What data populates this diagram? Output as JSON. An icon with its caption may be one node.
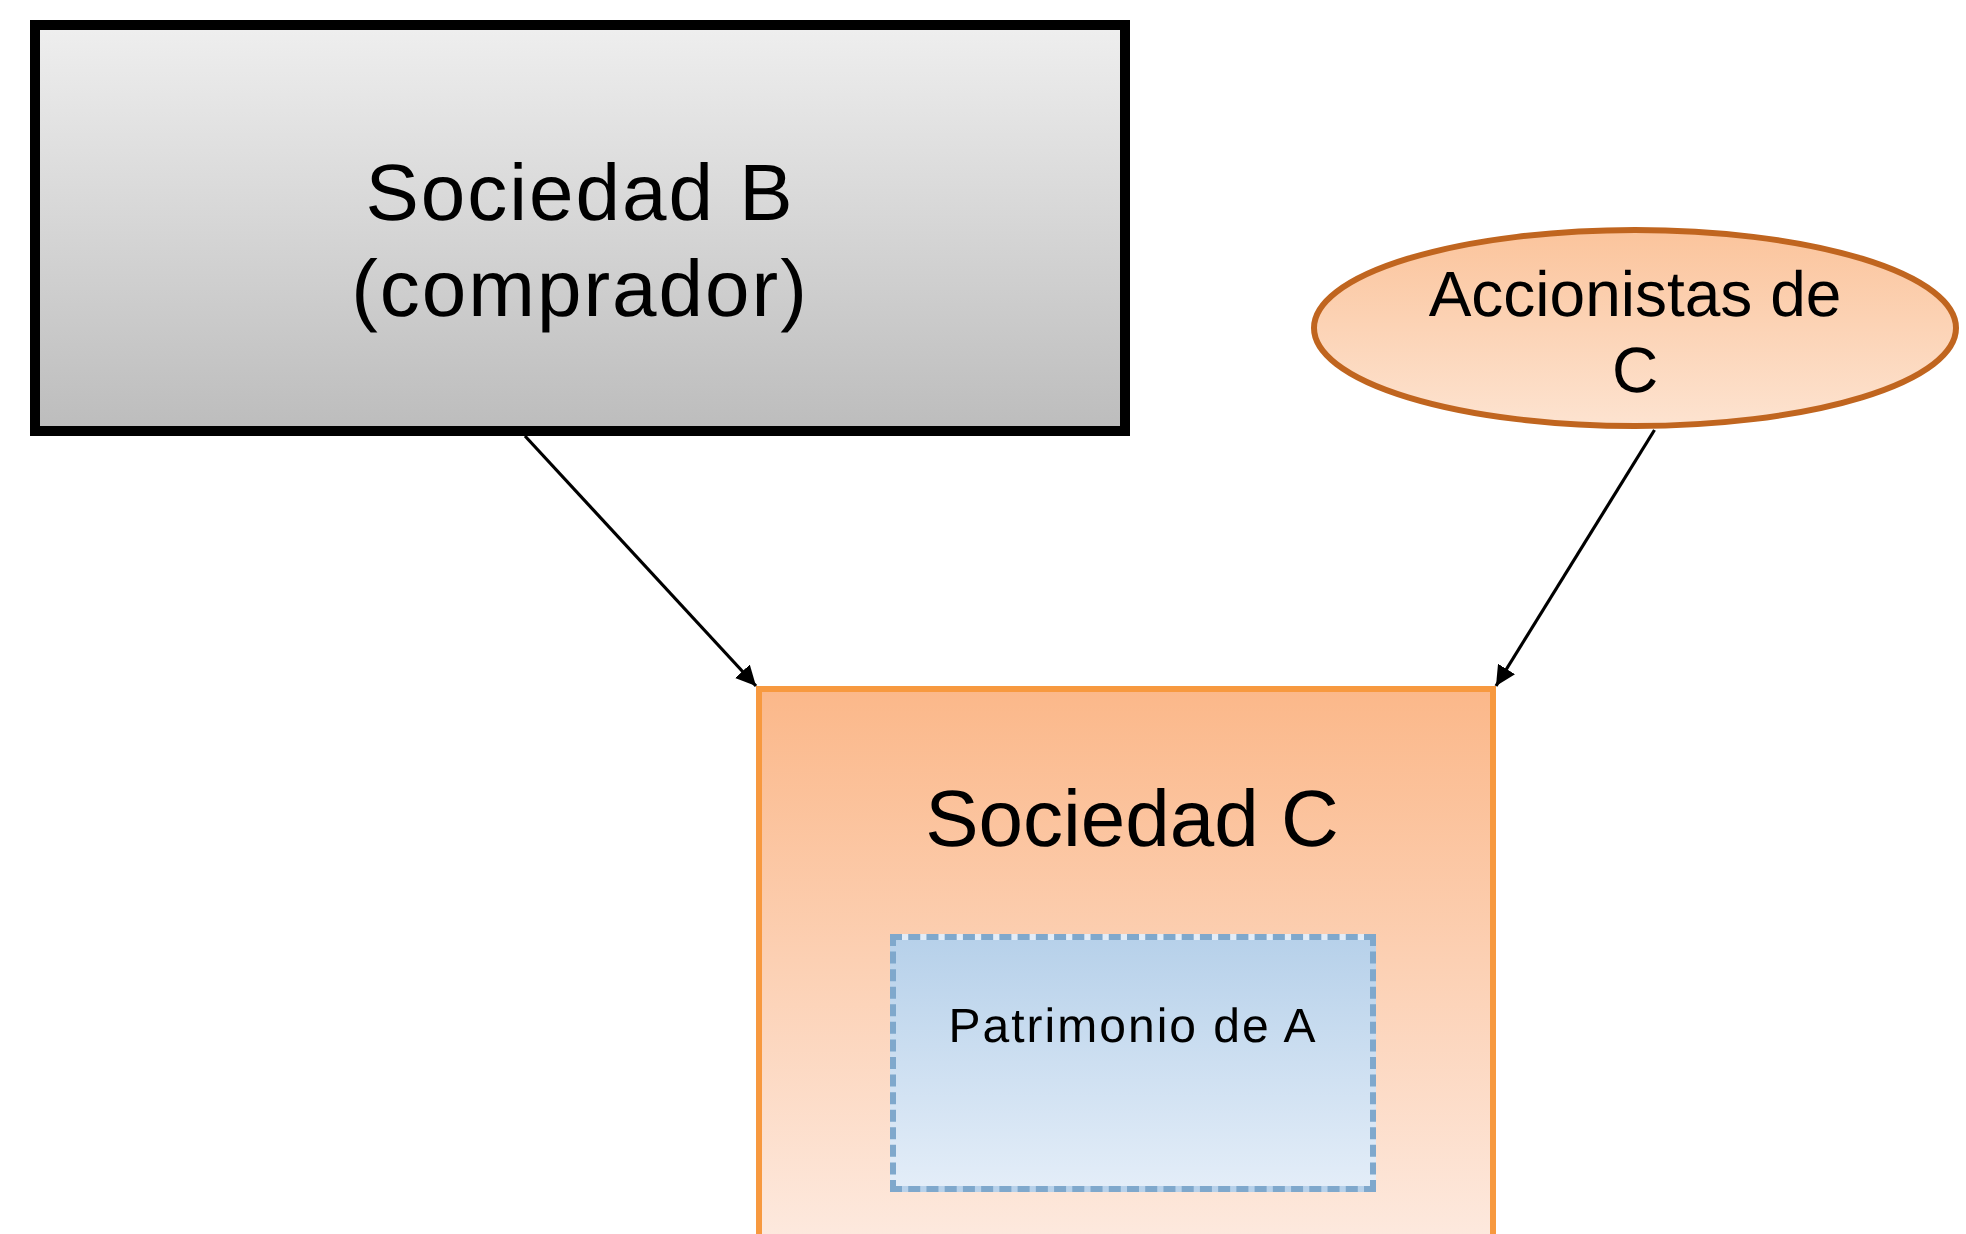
{
  "diagram": {
    "nodes": [
      {
        "text": [
          "Sociedad B (comprador)"
        ]
      },
      {
        "text": [
          "Accionistas de C"
        ]
      },
      {
        "text": [
          "Sociedad C"
        ]
      },
      {
        "text": [
          "Patrimonio de A"
        ],
        "in": 2
      }
    ],
    "edges": [
      {
        "from": 0,
        "to": 2,
        "arrow": "to"
      },
      {
        "from": 1,
        "to": 2,
        "arrow": "to"
      }
    ]
  }
}
